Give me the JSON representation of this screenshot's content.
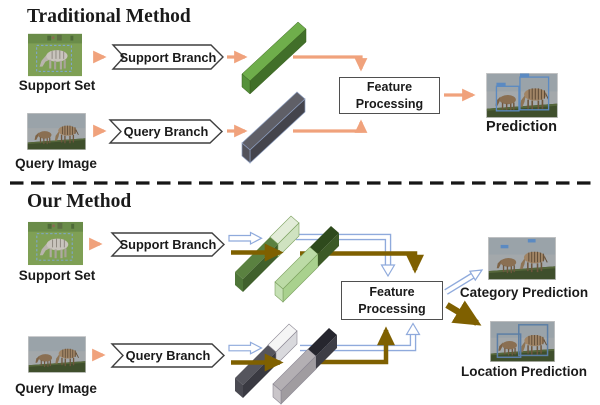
{
  "colors": {
    "arrow_orange": "#f0a27c",
    "arrow_brown": "#7f6000",
    "arrow_hollow_outline": "#8faadc",
    "bbox_blue": "#5b8ac2",
    "green_dark": "#416f29",
    "green_light": "#c5e0b4",
    "gray_dark": "#3a3a42",
    "gray_light": "#a09ca0"
  },
  "traditional": {
    "title": "Traditional Method",
    "support_image_label": "Support Set",
    "query_image_label": "Query Image",
    "support_branch_label": "Support Branch",
    "query_branch_label": "Query Branch",
    "feature_processing_label": "Feature Processing",
    "prediction_label": "Prediction"
  },
  "ours": {
    "title": "Our Method",
    "support_image_label": "Support Set",
    "query_image_label": "Query Image",
    "support_branch_label": "Support Branch",
    "query_branch_label": "Query Branch",
    "feature_processing_label": "Feature Processing",
    "category_prediction_label": "Category Prediction",
    "location_prediction_label": "Location Prediction"
  }
}
